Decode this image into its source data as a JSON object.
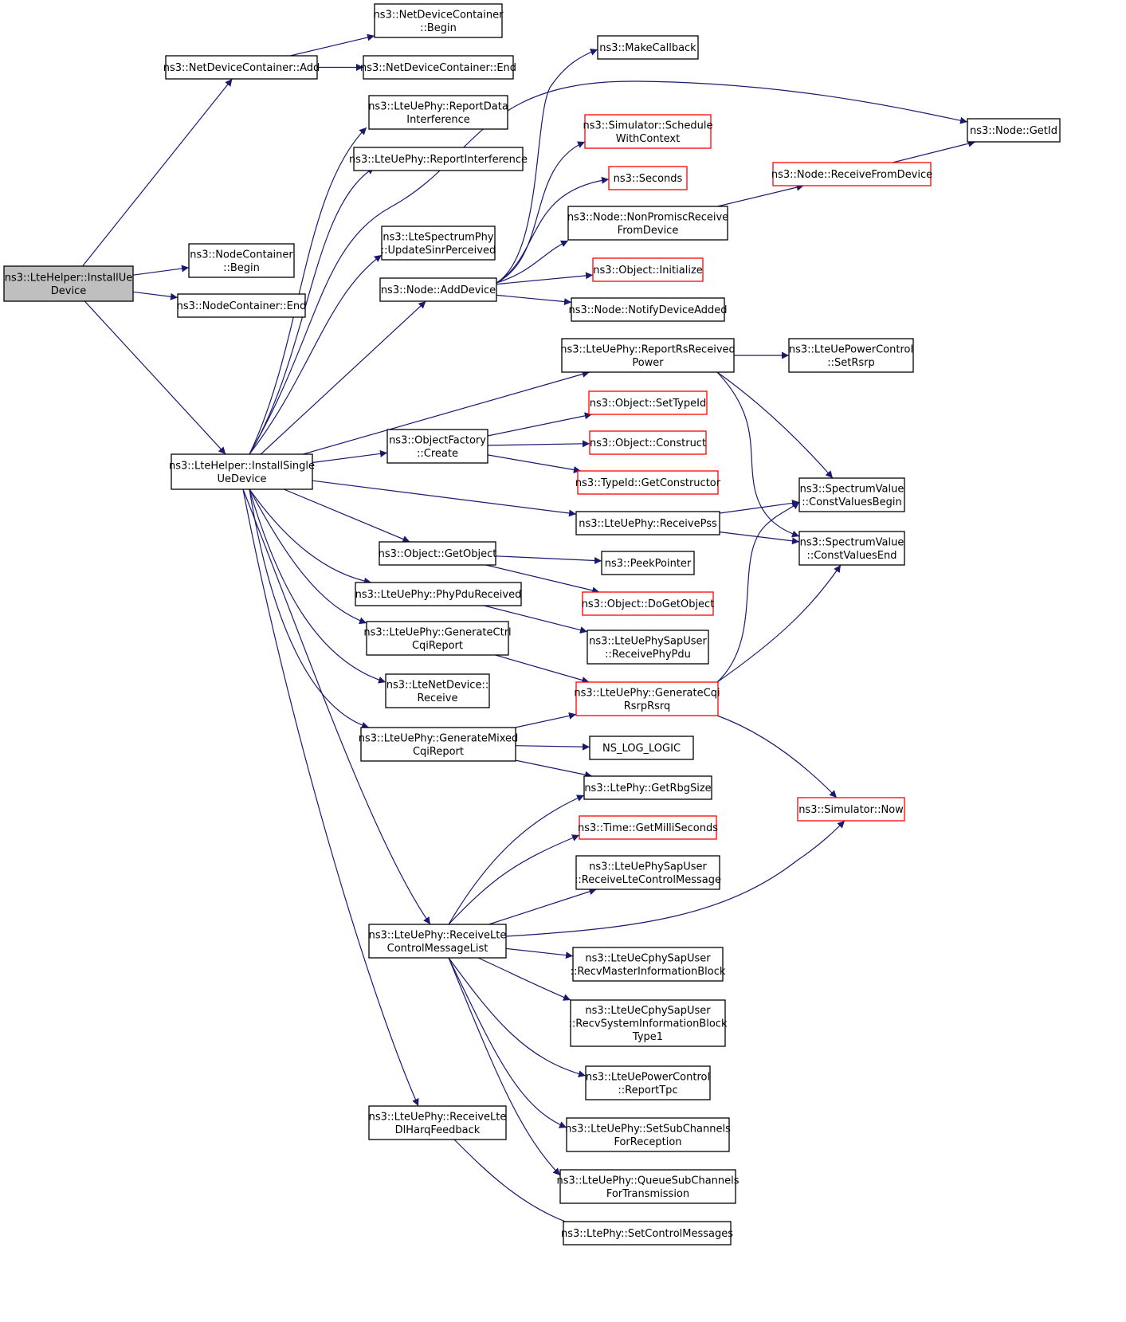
{
  "colors": {
    "edge": "#191970",
    "node_border": "#000000",
    "incomplete_border": "#ff0000",
    "root_fill": "#bfbfbf"
  },
  "nodes": [
    {
      "id": "n0",
      "lines": [
        "ns3::LteHelper::InstallUe",
        "Device"
      ],
      "root": true
    },
    {
      "id": "n1",
      "lines": [
        "ns3::NetDeviceContainer::Add"
      ]
    },
    {
      "id": "n2",
      "lines": [
        "ns3::NetDeviceContainer",
        "::Begin"
      ]
    },
    {
      "id": "n3",
      "lines": [
        "ns3::NetDeviceContainer::End"
      ]
    },
    {
      "id": "n4",
      "lines": [
        "ns3::NodeContainer",
        "::Begin"
      ]
    },
    {
      "id": "n5",
      "lines": [
        "ns3::NodeContainer::End"
      ]
    },
    {
      "id": "n6",
      "lines": [
        "ns3::LteHelper::InstallSingle",
        "UeDevice"
      ]
    },
    {
      "id": "n7",
      "lines": [
        "ns3::LteUePhy::ReportData",
        "Interference"
      ]
    },
    {
      "id": "n8",
      "lines": [
        "ns3::LteUePhy::ReportInterference"
      ]
    },
    {
      "id": "n9",
      "lines": [
        "ns3::LteSpectrumPhy",
        "::UpdateSinrPerceived"
      ]
    },
    {
      "id": "n10",
      "lines": [
        "ns3::Node::AddDevice"
      ]
    },
    {
      "id": "n11",
      "lines": [
        "ns3::MakeCallback"
      ]
    },
    {
      "id": "n12",
      "lines": [
        "ns3::Simulator::Schedule",
        "WithContext"
      ],
      "red": true
    },
    {
      "id": "n13",
      "lines": [
        "ns3::Seconds"
      ],
      "red": true
    },
    {
      "id": "n14",
      "lines": [
        "ns3::Node::NonPromiscReceive",
        "FromDevice"
      ]
    },
    {
      "id": "n15",
      "lines": [
        "ns3::Object::Initialize"
      ],
      "red": true
    },
    {
      "id": "n16",
      "lines": [
        "ns3::Node::NotifyDeviceAdded"
      ]
    },
    {
      "id": "n17",
      "lines": [
        "ns3::Node::GetId"
      ]
    },
    {
      "id": "n18",
      "lines": [
        "ns3::Node::ReceiveFromDevice"
      ],
      "red": true
    },
    {
      "id": "n19",
      "lines": [
        "ns3::LteUePhy::ReportRsReceived",
        "Power"
      ]
    },
    {
      "id": "n20",
      "lines": [
        "ns3::LteUePowerControl",
        "::SetRsrp"
      ]
    },
    {
      "id": "n21",
      "lines": [
        "ns3::ObjectFactory",
        "::Create"
      ]
    },
    {
      "id": "n22",
      "lines": [
        "ns3::Object::SetTypeId"
      ],
      "red": true
    },
    {
      "id": "n23",
      "lines": [
        "ns3::Object::Construct"
      ],
      "red": true
    },
    {
      "id": "n24",
      "lines": [
        "ns3::TypeId::GetConstructor"
      ],
      "red": true
    },
    {
      "id": "n25",
      "lines": [
        "ns3::SpectrumValue",
        "::ConstValuesBegin"
      ]
    },
    {
      "id": "n26",
      "lines": [
        "ns3::LteUePhy::ReceivePss"
      ]
    },
    {
      "id": "n27",
      "lines": [
        "ns3::SpectrumValue",
        "::ConstValuesEnd"
      ]
    },
    {
      "id": "n28",
      "lines": [
        "ns3::Object::GetObject"
      ]
    },
    {
      "id": "n29",
      "lines": [
        "ns3::PeekPointer"
      ]
    },
    {
      "id": "n30",
      "lines": [
        "ns3::Object::DoGetObject"
      ],
      "red": true
    },
    {
      "id": "n31",
      "lines": [
        "ns3::LteUePhy::PhyPduReceived"
      ]
    },
    {
      "id": "n32",
      "lines": [
        "ns3::LteUePhySapUser",
        "::ReceivePhyPdu"
      ]
    },
    {
      "id": "n33",
      "lines": [
        "ns3::LteUePhy::GenerateCtrl",
        "CqiReport"
      ]
    },
    {
      "id": "n34",
      "lines": [
        "ns3::LteNetDevice::",
        "Receive"
      ]
    },
    {
      "id": "n35",
      "lines": [
        "ns3::LteUePhy::GenerateCqi",
        "RsrpRsrq"
      ],
      "red": true
    },
    {
      "id": "n36",
      "lines": [
        "ns3::LteUePhy::GenerateMixed",
        "CqiReport"
      ]
    },
    {
      "id": "n37",
      "lines": [
        "NS_LOG_LOGIC"
      ]
    },
    {
      "id": "n38",
      "lines": [
        "ns3::LtePhy::GetRbgSize"
      ]
    },
    {
      "id": "n39",
      "lines": [
        "ns3::Simulator::Now"
      ],
      "red": true
    },
    {
      "id": "n40",
      "lines": [
        "ns3::Time::GetMilliSeconds"
      ],
      "red": true
    },
    {
      "id": "n41",
      "lines": [
        "ns3::LteUePhySapUser",
        "::ReceiveLteControlMessage"
      ]
    },
    {
      "id": "n42",
      "lines": [
        "ns3::LteUePhy::ReceiveLte",
        "ControlMessageList"
      ]
    },
    {
      "id": "n43",
      "lines": [
        "ns3::LteUeCphySapUser",
        "::RecvMasterInformationBlock"
      ]
    },
    {
      "id": "n44",
      "lines": [
        "ns3::LteUeCphySapUser",
        "::RecvSystemInformationBlock",
        "Type1"
      ]
    },
    {
      "id": "n45",
      "lines": [
        "ns3::LteUePowerControl",
        "::ReportTpc"
      ]
    },
    {
      "id": "n46",
      "lines": [
        "ns3::LteUePhy::SetSubChannels",
        "ForReception"
      ]
    },
    {
      "id": "n47",
      "lines": [
        "ns3::LteUePhy::QueueSubChannels",
        "ForTransmission"
      ]
    },
    {
      "id": "n48",
      "lines": [
        "ns3::LteUePhy::ReceiveLte",
        "DlHarqFeedback"
      ]
    },
    {
      "id": "n49",
      "lines": [
        "ns3::LtePhy::SetControlMessages"
      ]
    }
  ],
  "edges": [
    [
      "n0",
      "n1"
    ],
    [
      "n0",
      "n4"
    ],
    [
      "n0",
      "n5"
    ],
    [
      "n0",
      "n6"
    ],
    [
      "n1",
      "n2"
    ],
    [
      "n1",
      "n3"
    ],
    [
      "n6",
      "n7"
    ],
    [
      "n6",
      "n8"
    ],
    [
      "n6",
      "n17"
    ],
    [
      "n6",
      "n9"
    ],
    [
      "n6",
      "n10"
    ],
    [
      "n6",
      "n19"
    ],
    [
      "n6",
      "n21"
    ],
    [
      "n6",
      "n26"
    ],
    [
      "n6",
      "n28"
    ],
    [
      "n6",
      "n31"
    ],
    [
      "n6",
      "n33"
    ],
    [
      "n6",
      "n34"
    ],
    [
      "n6",
      "n36"
    ],
    [
      "n6",
      "n42"
    ],
    [
      "n6",
      "n48"
    ],
    [
      "n10",
      "n11"
    ],
    [
      "n10",
      "n12"
    ],
    [
      "n10",
      "n13"
    ],
    [
      "n10",
      "n14"
    ],
    [
      "n10",
      "n15"
    ],
    [
      "n10",
      "n16"
    ],
    [
      "n14",
      "n18"
    ],
    [
      "n18",
      "n17"
    ],
    [
      "n19",
      "n20"
    ],
    [
      "n19",
      "n25"
    ],
    [
      "n19",
      "n27"
    ],
    [
      "n21",
      "n22"
    ],
    [
      "n21",
      "n23"
    ],
    [
      "n21",
      "n24"
    ],
    [
      "n26",
      "n25"
    ],
    [
      "n26",
      "n27"
    ],
    [
      "n28",
      "n29"
    ],
    [
      "n28",
      "n30"
    ],
    [
      "n31",
      "n32"
    ],
    [
      "n33",
      "n35"
    ],
    [
      "n35",
      "n25"
    ],
    [
      "n35",
      "n27"
    ],
    [
      "n35",
      "n39"
    ],
    [
      "n36",
      "n35"
    ],
    [
      "n36",
      "n37"
    ],
    [
      "n36",
      "n38"
    ],
    [
      "n42",
      "n38"
    ],
    [
      "n42",
      "n40"
    ],
    [
      "n42",
      "n41"
    ],
    [
      "n42",
      "n39"
    ],
    [
      "n42",
      "n43"
    ],
    [
      "n42",
      "n44"
    ],
    [
      "n42",
      "n45"
    ],
    [
      "n42",
      "n46"
    ],
    [
      "n42",
      "n47"
    ],
    [
      "n48",
      "n49"
    ]
  ]
}
